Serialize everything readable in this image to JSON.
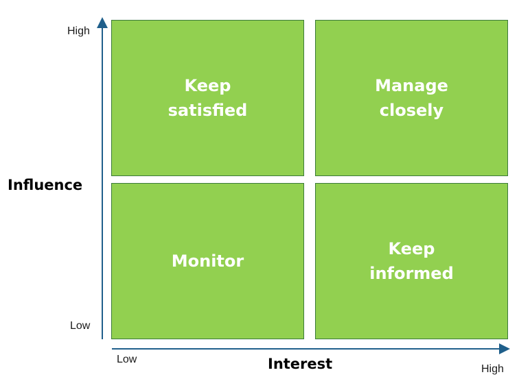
{
  "colors": {
    "quadrant_fill": "#92d050",
    "quadrant_border": "#3a7a3a",
    "axis": "#1f5f8b",
    "label_text": "#ffffff"
  },
  "quadrants": {
    "top_left": "Keep\nsatisfied",
    "top_right": "Manage\nclosely",
    "bottom_left": "Monitor",
    "bottom_right": "Keep\ninformed"
  },
  "y_axis": {
    "title": "Influence",
    "high_label": "High",
    "low_label": "Low"
  },
  "x_axis": {
    "title": "Interest",
    "low_label": "Low",
    "high_label": "High"
  }
}
